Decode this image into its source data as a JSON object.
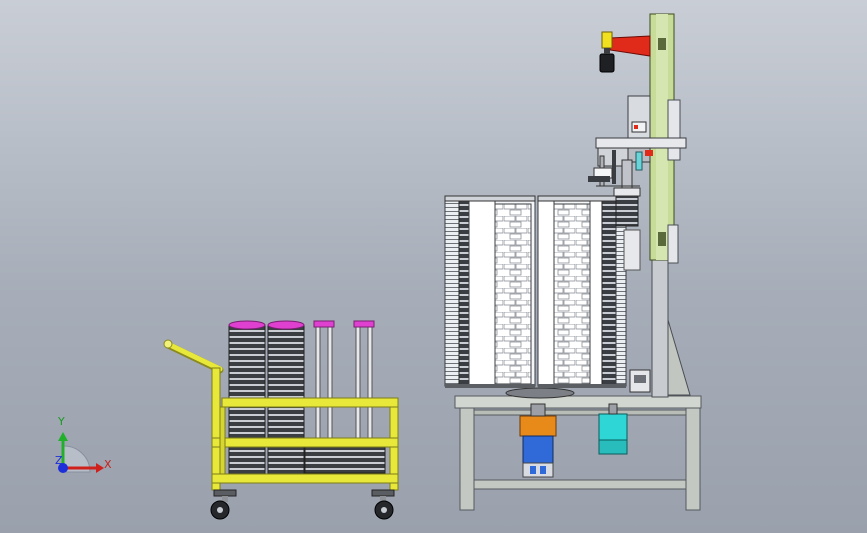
{
  "triad": {
    "x_label": "X",
    "y_label": "Y",
    "z_label": "Z",
    "x_color": "#d0201c",
    "y_color": "#22b02c",
    "z_color": "#1d2fd8"
  },
  "colors": {
    "background_top": "#c9ced6",
    "background_bottom": "#9aa1ad",
    "cart_frame": "#e8e83a",
    "column_green": "#c8dc9a",
    "arm_red": "#e02a1a",
    "cylinder_cyan": "#2fd6d6",
    "cylinder_blue": "#2f6ad8",
    "cylinder_orange": "#e88a1a",
    "cap_magenta": "#e040d0",
    "table_frame": "#c4c8c2"
  }
}
